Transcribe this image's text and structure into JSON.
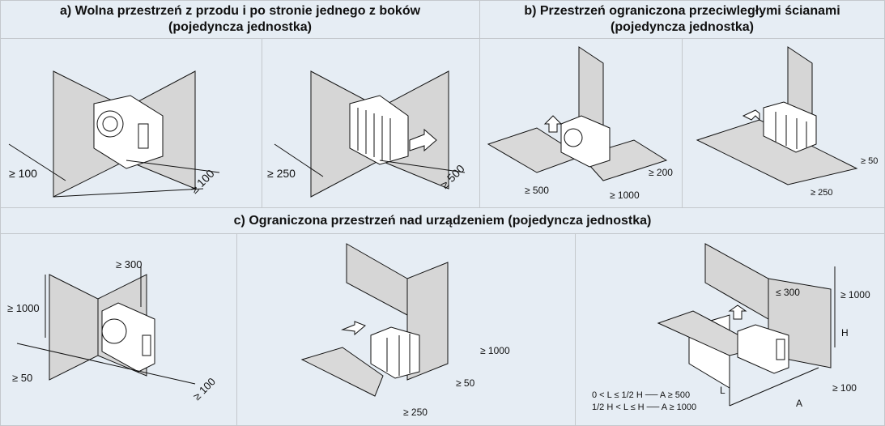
{
  "sections": {
    "a": {
      "title": "a) Wolna przestrzeń z przodu i po stronie jednego z boków",
      "subtitle": "(pojedyncza jednostka)",
      "panels": [
        {
          "labels": [
            "≥ 100",
            "≥ 100"
          ]
        },
        {
          "labels": [
            "≥ 250",
            "≥ 500"
          ]
        }
      ]
    },
    "b": {
      "title": "b) Przestrzeń ograniczona przeciwległymi ścianami",
      "subtitle": "(pojedyncza jednostka)",
      "panels": [
        {
          "labels": [
            "≥ 500",
            "≥ 1000",
            "≥ 200"
          ]
        },
        {
          "labels": [
            "≥ 50",
            "≥ 250"
          ]
        }
      ]
    },
    "c": {
      "title": "c) Ograniczona przestrzeń nad urządzeniem (pojedyncza jednostka)",
      "panels": [
        {
          "labels": [
            "≥ 300",
            "≥ 1000",
            "≥ 50",
            "≥ 100"
          ]
        },
        {
          "labels": [
            "≥ 1000",
            "≥ 50",
            "≥ 250"
          ]
        },
        {
          "labels": [
            "≤ 300",
            "≥ 1000",
            "H",
            "≥ 100",
            "L",
            "A",
            "0 < L ≤ 1/2 H ── A ≥ 500",
            "1/2 H < L ≤ H ── A ≥ 1000"
          ]
        }
      ]
    }
  }
}
